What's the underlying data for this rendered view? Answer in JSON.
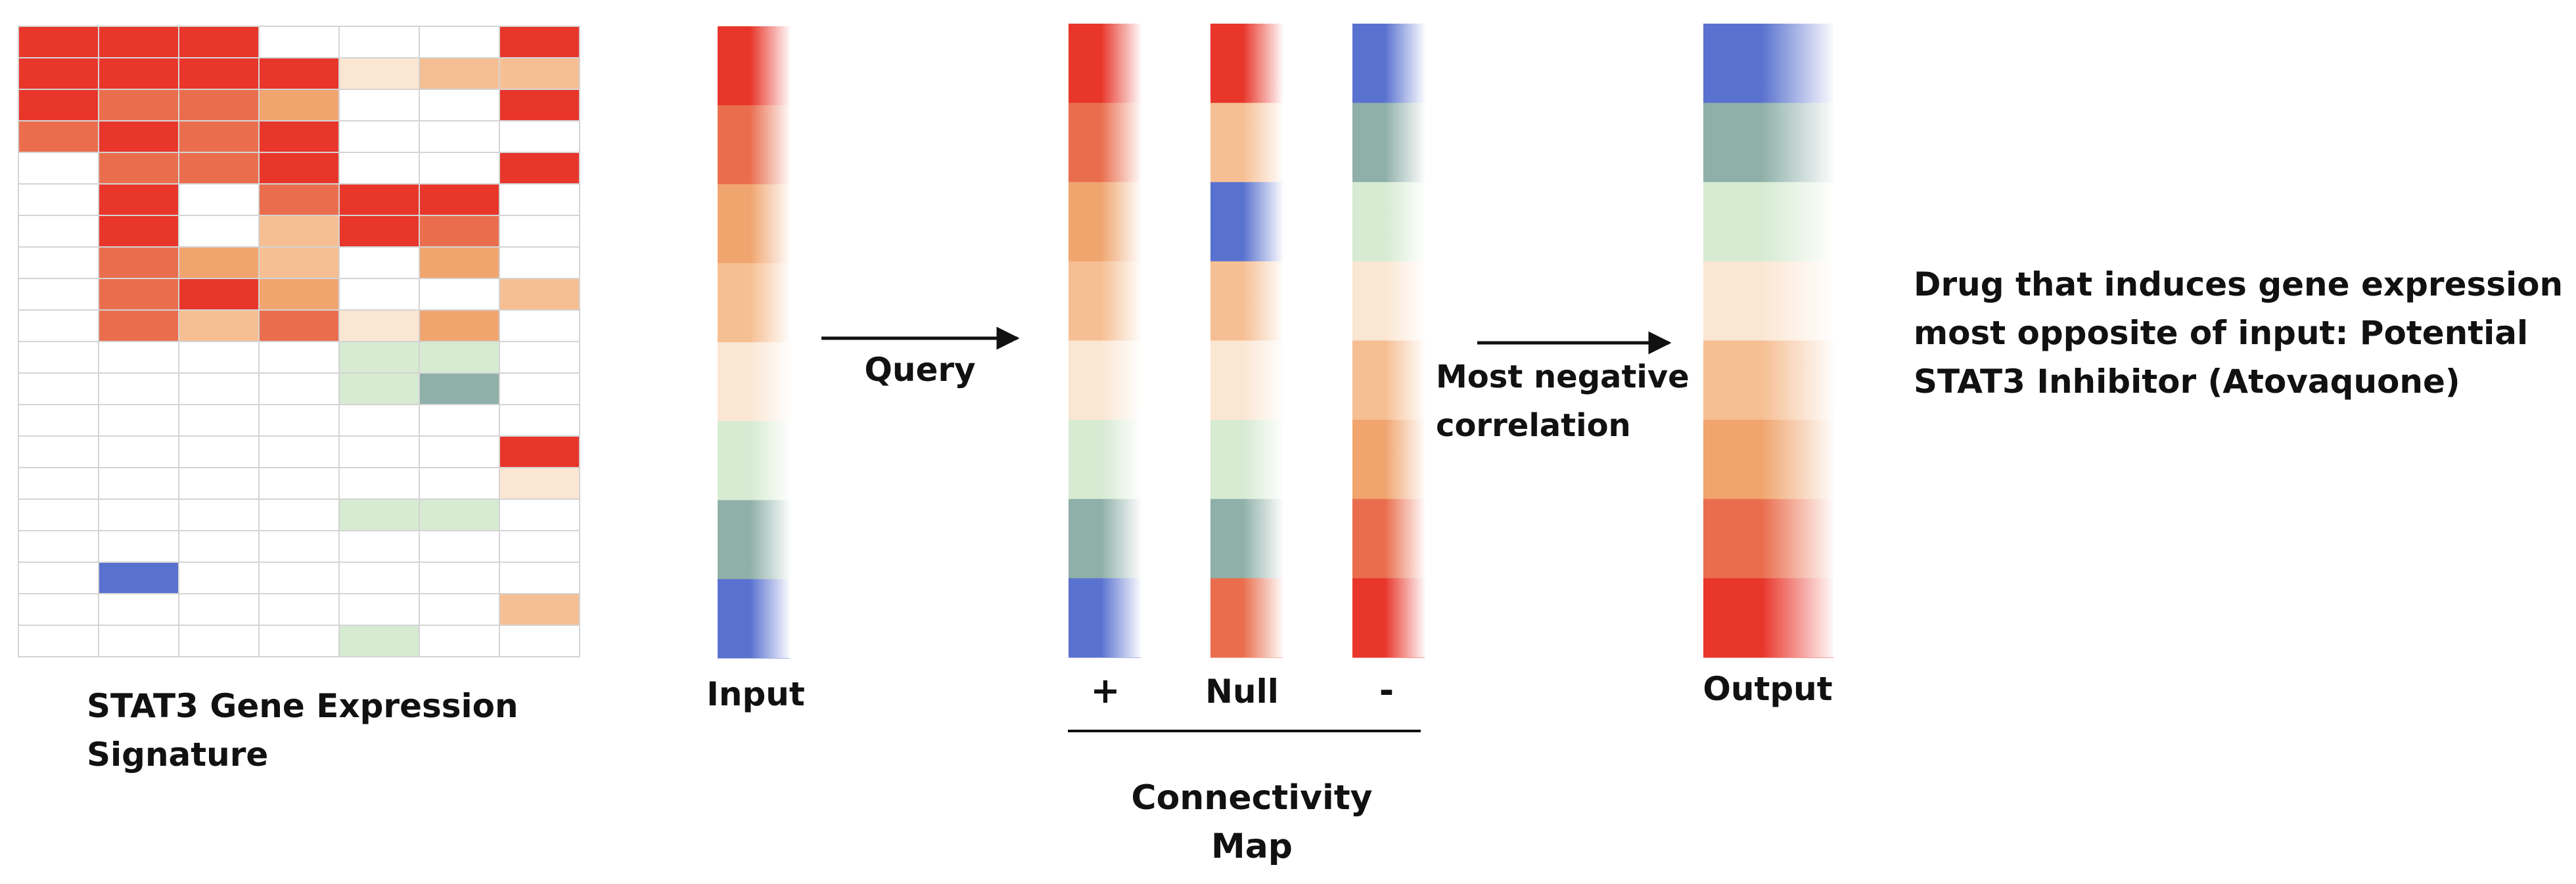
{
  "colors": {
    "red": "#e8362b",
    "red_orange": "#ea6e4e",
    "orange": "#f0a56f",
    "peach": "#f6bf93",
    "pale_peach": "#fbe6d3",
    "pale_green": "#d6ebd2",
    "green_gray": "#8fb0a8",
    "blue": "#5a72cf",
    "grid_line": "#d4d4d4"
  },
  "heatmap": {
    "label_line1": "STAT3 Gene Expression",
    "label_line2": "Signature",
    "rows": [
      [
        "red",
        "red",
        "red",
        "w",
        "w",
        "w",
        "red"
      ],
      [
        "red",
        "red",
        "red",
        "red",
        "pale_peach",
        "peach",
        "peach"
      ],
      [
        "red",
        "red_orange",
        "red_orange",
        "orange",
        "w",
        "w",
        "red"
      ],
      [
        "red_orange",
        "red",
        "red_orange",
        "red",
        "w",
        "w",
        "w"
      ],
      [
        "w",
        "red_orange",
        "red_orange",
        "red",
        "w",
        "w",
        "red"
      ],
      [
        "w",
        "red",
        "w",
        "red_orange",
        "red",
        "red",
        "w"
      ],
      [
        "w",
        "red",
        "w",
        "peach",
        "red",
        "red_orange",
        "w"
      ],
      [
        "w",
        "red_orange",
        "orange",
        "peach",
        "w",
        "orange",
        "w"
      ],
      [
        "w",
        "red_orange",
        "red",
        "orange",
        "w",
        "w",
        "peach"
      ],
      [
        "w",
        "red_orange",
        "peach",
        "red_orange",
        "pale_peach",
        "orange",
        "w"
      ],
      [
        "w",
        "w",
        "w",
        "w",
        "pale_green",
        "pale_green",
        "w"
      ],
      [
        "w",
        "w",
        "w",
        "w",
        "pale_green",
        "green_gray",
        "w"
      ],
      [
        "w",
        "w",
        "w",
        "w",
        "w",
        "w",
        "w"
      ],
      [
        "w",
        "w",
        "w",
        "w",
        "w",
        "w",
        "red"
      ],
      [
        "w",
        "w",
        "w",
        "w",
        "w",
        "w",
        "pale_peach"
      ],
      [
        "w",
        "w",
        "w",
        "w",
        "pale_green",
        "pale_green",
        "w"
      ],
      [
        "w",
        "w",
        "w",
        "w",
        "w",
        "w",
        "w"
      ],
      [
        "w",
        "blue",
        "w",
        "w",
        "w",
        "w",
        "w"
      ],
      [
        "w",
        "w",
        "w",
        "w",
        "w",
        "w",
        "peach"
      ],
      [
        "w",
        "w",
        "w",
        "w",
        "pale_green",
        "w",
        "w"
      ]
    ]
  },
  "input": {
    "label": "Input",
    "cells": [
      "red",
      "red_orange",
      "orange",
      "peach",
      "pale_peach",
      "pale_green",
      "green_gray",
      "blue"
    ]
  },
  "query": {
    "label": "Query"
  },
  "cmap": {
    "title_line1": "Connectivity",
    "title_line2": "Map",
    "columns": [
      {
        "label": "+",
        "cells": [
          "red",
          "red_orange",
          "orange",
          "peach",
          "pale_peach",
          "pale_green",
          "green_gray",
          "blue"
        ]
      },
      {
        "label": "Null",
        "cells": [
          "red",
          "peach",
          "blue",
          "peach",
          "pale_peach",
          "pale_green",
          "green_gray",
          "red_orange"
        ]
      },
      {
        "label": "-",
        "cells": [
          "blue",
          "green_gray",
          "pale_green",
          "pale_peach",
          "peach",
          "orange",
          "red_orange",
          "red"
        ]
      }
    ]
  },
  "correlation": {
    "label_line1": "Most negative",
    "label_line2": "correlation"
  },
  "output": {
    "label": "Output",
    "cells": [
      "blue",
      "green_gray",
      "pale_green",
      "pale_peach",
      "peach",
      "orange",
      "red_orange",
      "red"
    ]
  },
  "result": {
    "line1": "Drug that induces gene expression",
    "line2": "most opposite of input: Potential",
    "line3": "STAT3 Inhibitor (Atovaquone)"
  }
}
